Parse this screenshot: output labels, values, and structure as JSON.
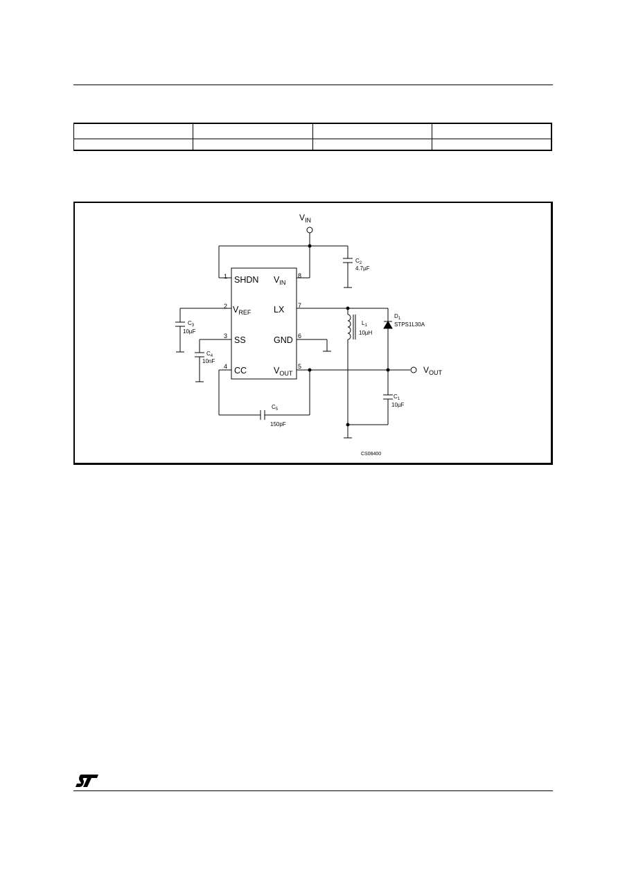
{
  "ic": {
    "pins": [
      {
        "num": "1",
        "label": "SHDN"
      },
      {
        "num": "2",
        "label_main": "V",
        "label_sub": "REF"
      },
      {
        "num": "3",
        "label": "SS"
      },
      {
        "num": "4",
        "label": "CC"
      },
      {
        "num": "5",
        "label_main": "V",
        "label_sub": "OUT"
      },
      {
        "num": "6",
        "label": "GND"
      },
      {
        "num": "7",
        "label": "LX"
      },
      {
        "num": "8",
        "label_main": "V",
        "label_sub": "IN"
      }
    ]
  },
  "terminals": {
    "vin": {
      "main": "V",
      "sub": "IN"
    },
    "vout": {
      "main": "V",
      "sub": "OUT"
    }
  },
  "components": {
    "c1": {
      "ref_main": "C",
      "ref_sub": "1",
      "value": "10µF"
    },
    "c2": {
      "ref_main": "C",
      "ref_sub": "2",
      "value": "4.7µF"
    },
    "c3": {
      "ref_main": "C",
      "ref_sub": "3",
      "value": "10µF"
    },
    "c4": {
      "ref_main": "C",
      "ref_sub": "4",
      "value": "10nF"
    },
    "c5": {
      "ref_main": "C",
      "ref_sub": "5",
      "value": "150pF"
    },
    "l1": {
      "ref_main": "L",
      "ref_sub": "1",
      "value": "10µH"
    },
    "d1": {
      "ref_main": "D",
      "ref_sub": "1",
      "value": "STPS1L30A"
    }
  },
  "figure_code": "CS08400",
  "logo": {
    "text": "ST"
  }
}
